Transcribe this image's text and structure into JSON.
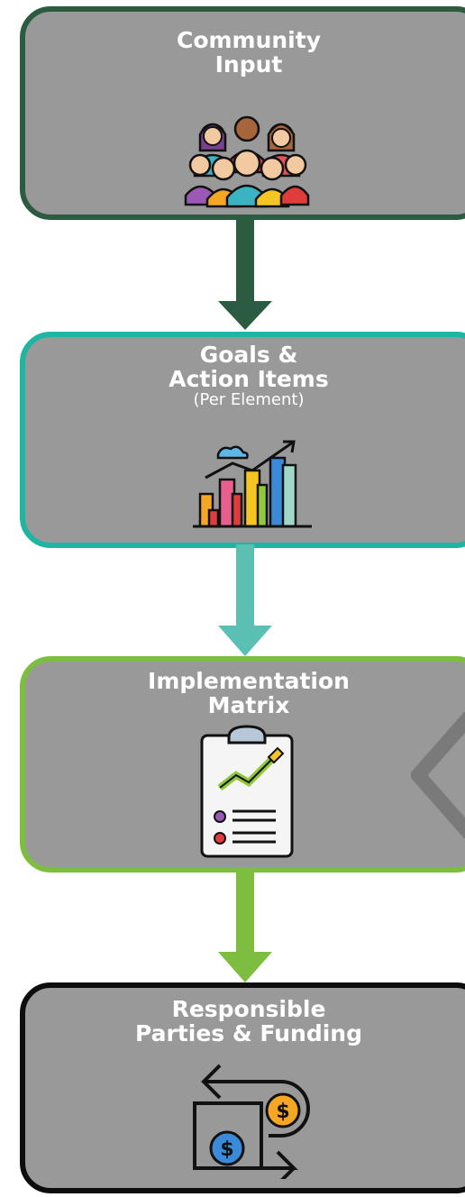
{
  "steps": [
    {
      "line1": "Community",
      "line2": "Input",
      "border": "#2b5c42",
      "icon": "people-group-icon"
    },
    {
      "line1": "Goals &",
      "line2": "Action Items",
      "sub": "(Per Element)",
      "border": "#1fb5a3",
      "icon": "growth-bar-chart-icon"
    },
    {
      "line1": "Implementation",
      "line2": "Matrix",
      "border": "#7dbd3f",
      "icon": "clipboard-report-icon"
    },
    {
      "line1": "Responsible",
      "line2": "Parties & Funding",
      "border": "#0d0d0d",
      "icon": "money-exchange-icon"
    }
  ],
  "arrows": [
    {
      "color": "#2b5c42"
    },
    {
      "color": "#5bc0b3"
    },
    {
      "color": "#7dbd3f"
    }
  ]
}
